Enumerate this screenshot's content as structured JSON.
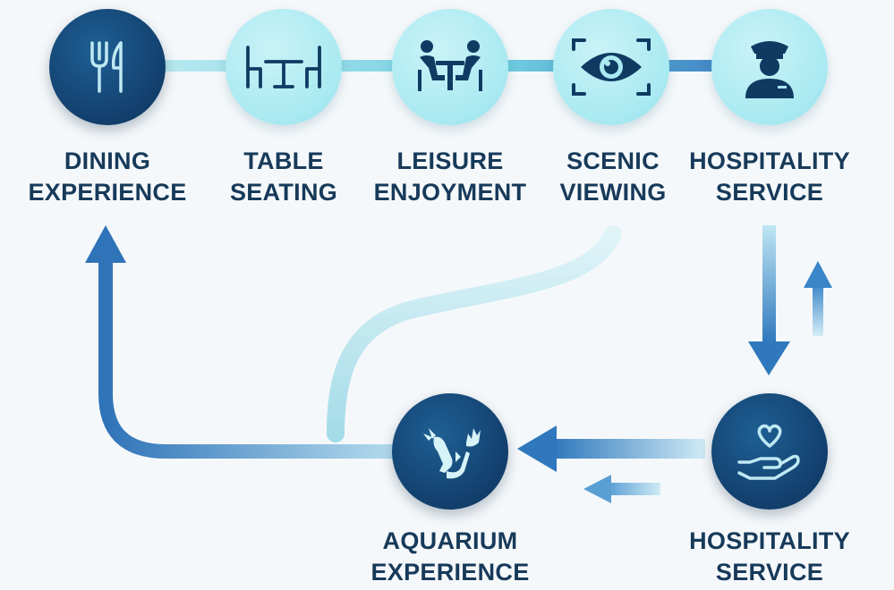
{
  "nodes": [
    {
      "id": "dining",
      "line1": "DINING",
      "line2": "EXPERIENCE",
      "icon": "fork-knife-icon",
      "style": "dark"
    },
    {
      "id": "table",
      "line1": "TABLE",
      "line2": "SEATING",
      "icon": "table-chairs-icon",
      "style": "light"
    },
    {
      "id": "leisure",
      "line1": "LEISURE",
      "line2": "ENJOYMENT",
      "icon": "people-at-table-icon",
      "style": "light"
    },
    {
      "id": "scenic",
      "line1": "SCENIC",
      "line2": "VIEWING",
      "icon": "eye-icon",
      "style": "light"
    },
    {
      "id": "hospitality-top",
      "line1": "HOSPITALITY",
      "line2": "SERVICE",
      "icon": "attendant-icon",
      "style": "light"
    },
    {
      "id": "hospitality-bottom",
      "line1": "HOSPITALITY",
      "line2": "SERVICE",
      "icon": "hand-heart-icon",
      "style": "dark"
    },
    {
      "id": "aquarium",
      "line1": "AQUARIUM",
      "line2": "EXPERIENCE",
      "icon": "aquatic-creature-icon",
      "style": "dark"
    }
  ],
  "colors": {
    "dark_node": "#123f6d",
    "light_node": "#a9e9f1",
    "label_text": "#173a5a",
    "arrow": "#3a7fc1",
    "connector": "#9fdde8"
  }
}
